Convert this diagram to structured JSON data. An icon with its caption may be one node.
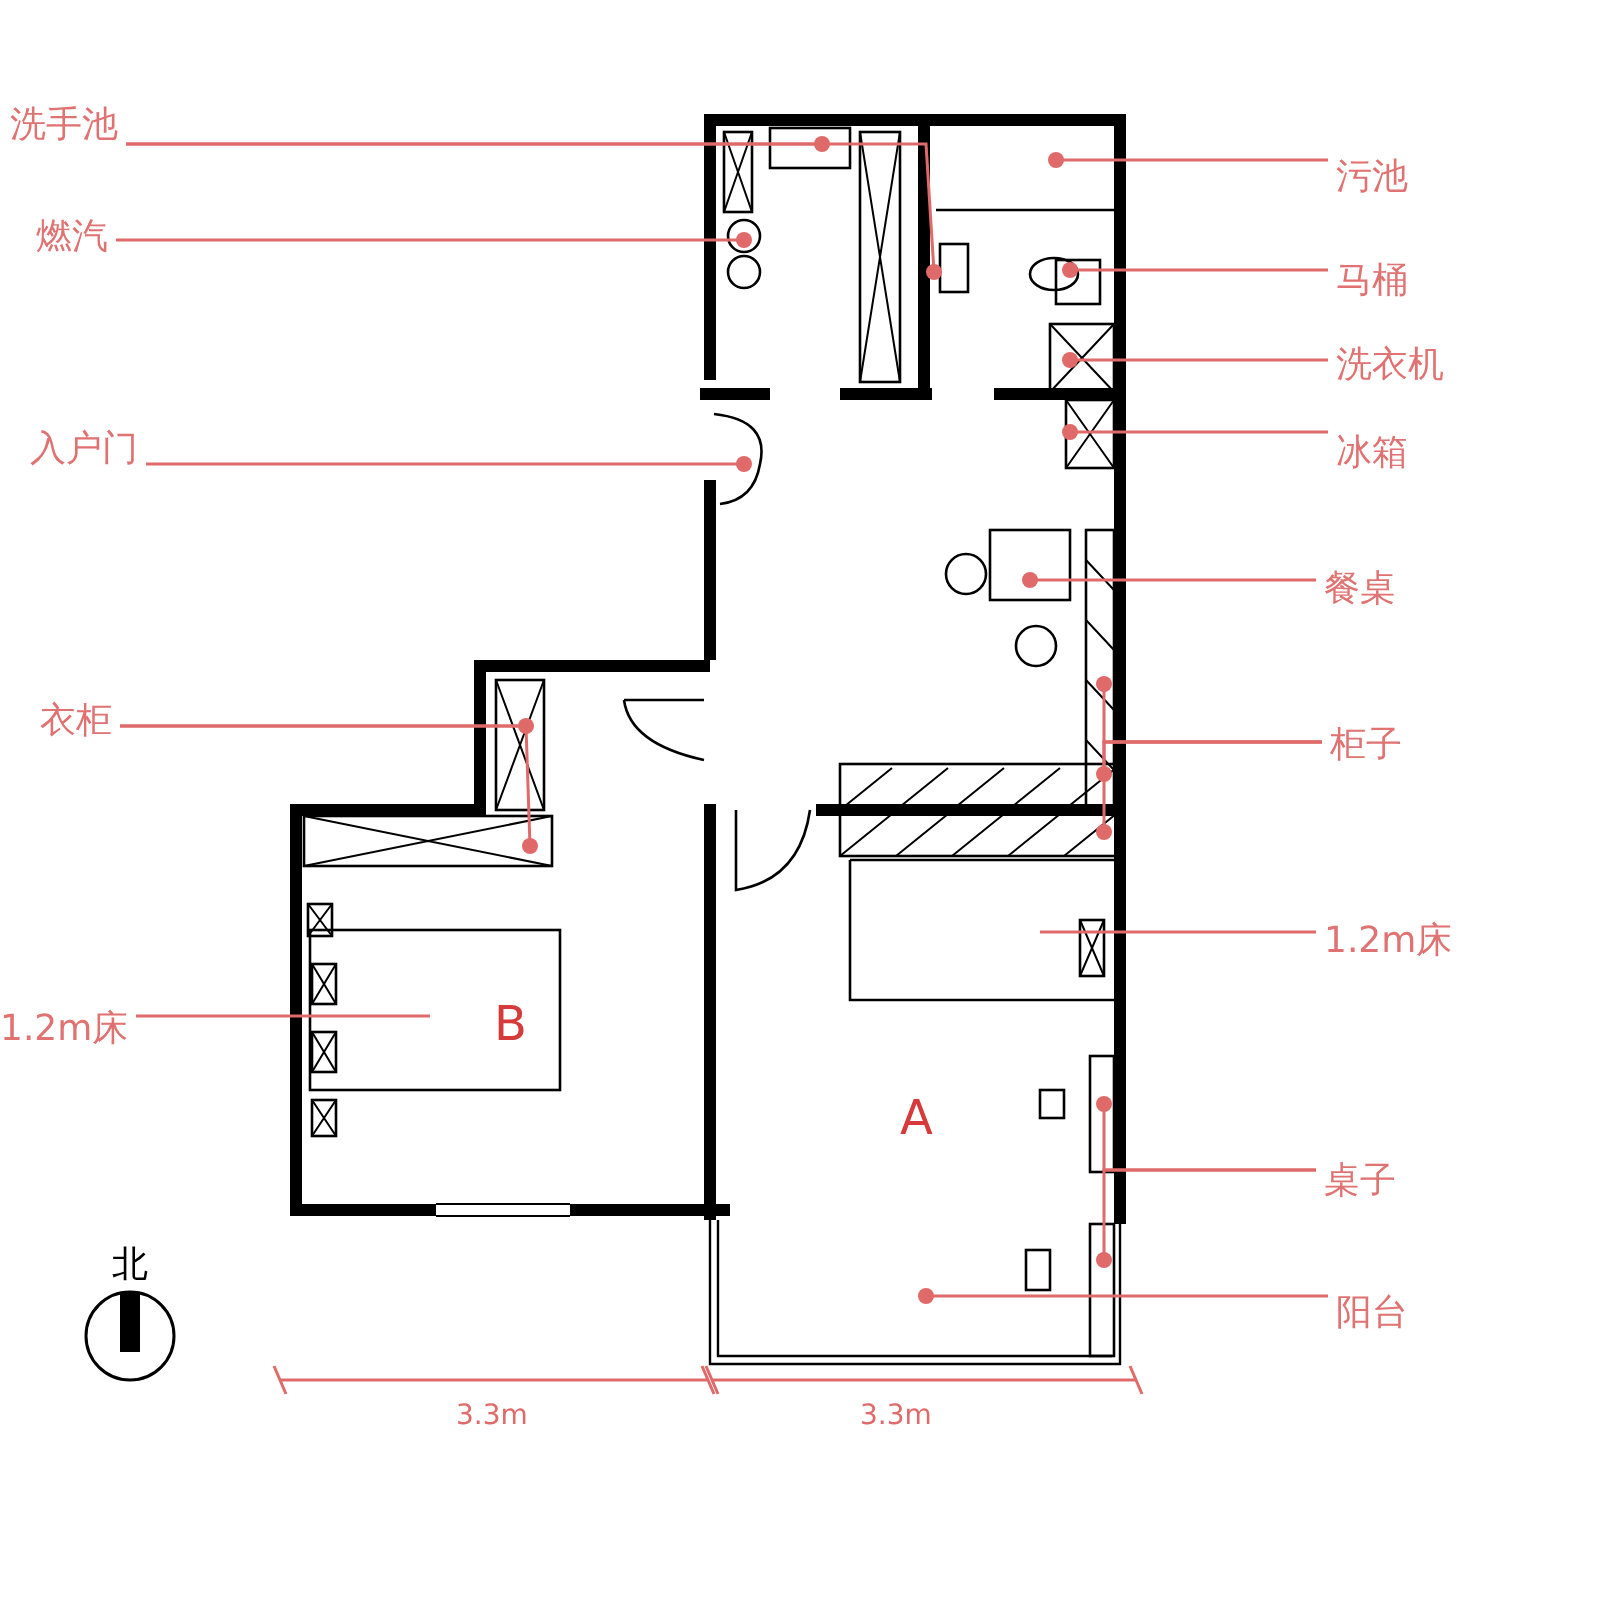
{
  "diagram": {
    "nodes": [
      {
        "text": [
          "洗手池"
        ]
      },
      {
        "text": [
          "燃汽"
        ]
      },
      {
        "text": [
          "入户门"
        ]
      },
      {
        "text": [
          "衣柜"
        ]
      },
      {
        "text": [
          "1.2m床"
        ]
      },
      {
        "text": [
          "污池"
        ]
      },
      {
        "text": [
          "马桶"
        ]
      },
      {
        "text": [
          "洗衣机"
        ]
      },
      {
        "text": [
          "冰箱"
        ]
      },
      {
        "text": [
          "餐桌"
        ]
      },
      {
        "text": [
          "柜子"
        ]
      },
      {
        "text": [
          "1.2m床"
        ]
      },
      {
        "text": [
          "桌子"
        ]
      },
      {
        "text": [
          "阳台"
        ]
      }
    ],
    "edges": [
      {
        "from": 0,
        "to": null,
        "arrow": "other"
      },
      {
        "from": 0,
        "to": null,
        "arrow": "other"
      },
      {
        "from": 1,
        "to": null,
        "arrow": "other"
      },
      {
        "from": 2,
        "to": null,
        "arrow": "other"
      },
      {
        "from": 3,
        "to": null,
        "arrow": "other"
      },
      {
        "from": 3,
        "to": null,
        "arrow": "other"
      },
      {
        "from": 4,
        "to": null,
        "arrow": "none"
      },
      {
        "from": 5,
        "to": null,
        "arrow": "other"
      },
      {
        "from": 6,
        "to": null,
        "arrow": "other"
      },
      {
        "from": 7,
        "to": null,
        "arrow": "other"
      },
      {
        "from": 8,
        "to": null,
        "arrow": "other"
      },
      {
        "from": 9,
        "to": null,
        "arrow": "other"
      },
      {
        "from": 10,
        "to": null,
        "arrow": "other"
      },
      {
        "from": 10,
        "to": null,
        "arrow": "other"
      },
      {
        "from": 10,
        "to": null,
        "arrow": "other"
      },
      {
        "from": 11,
        "to": null,
        "arrow": "none"
      },
      {
        "from": 12,
        "to": null,
        "arrow": "other"
      },
      {
        "from": 12,
        "to": null,
        "arrow": "other"
      },
      {
        "from": 13,
        "to": null,
        "arrow": "other"
      }
    ],
    "labels": [
      "B",
      "A",
      "北",
      "3.3m",
      "3.3m"
    ]
  }
}
